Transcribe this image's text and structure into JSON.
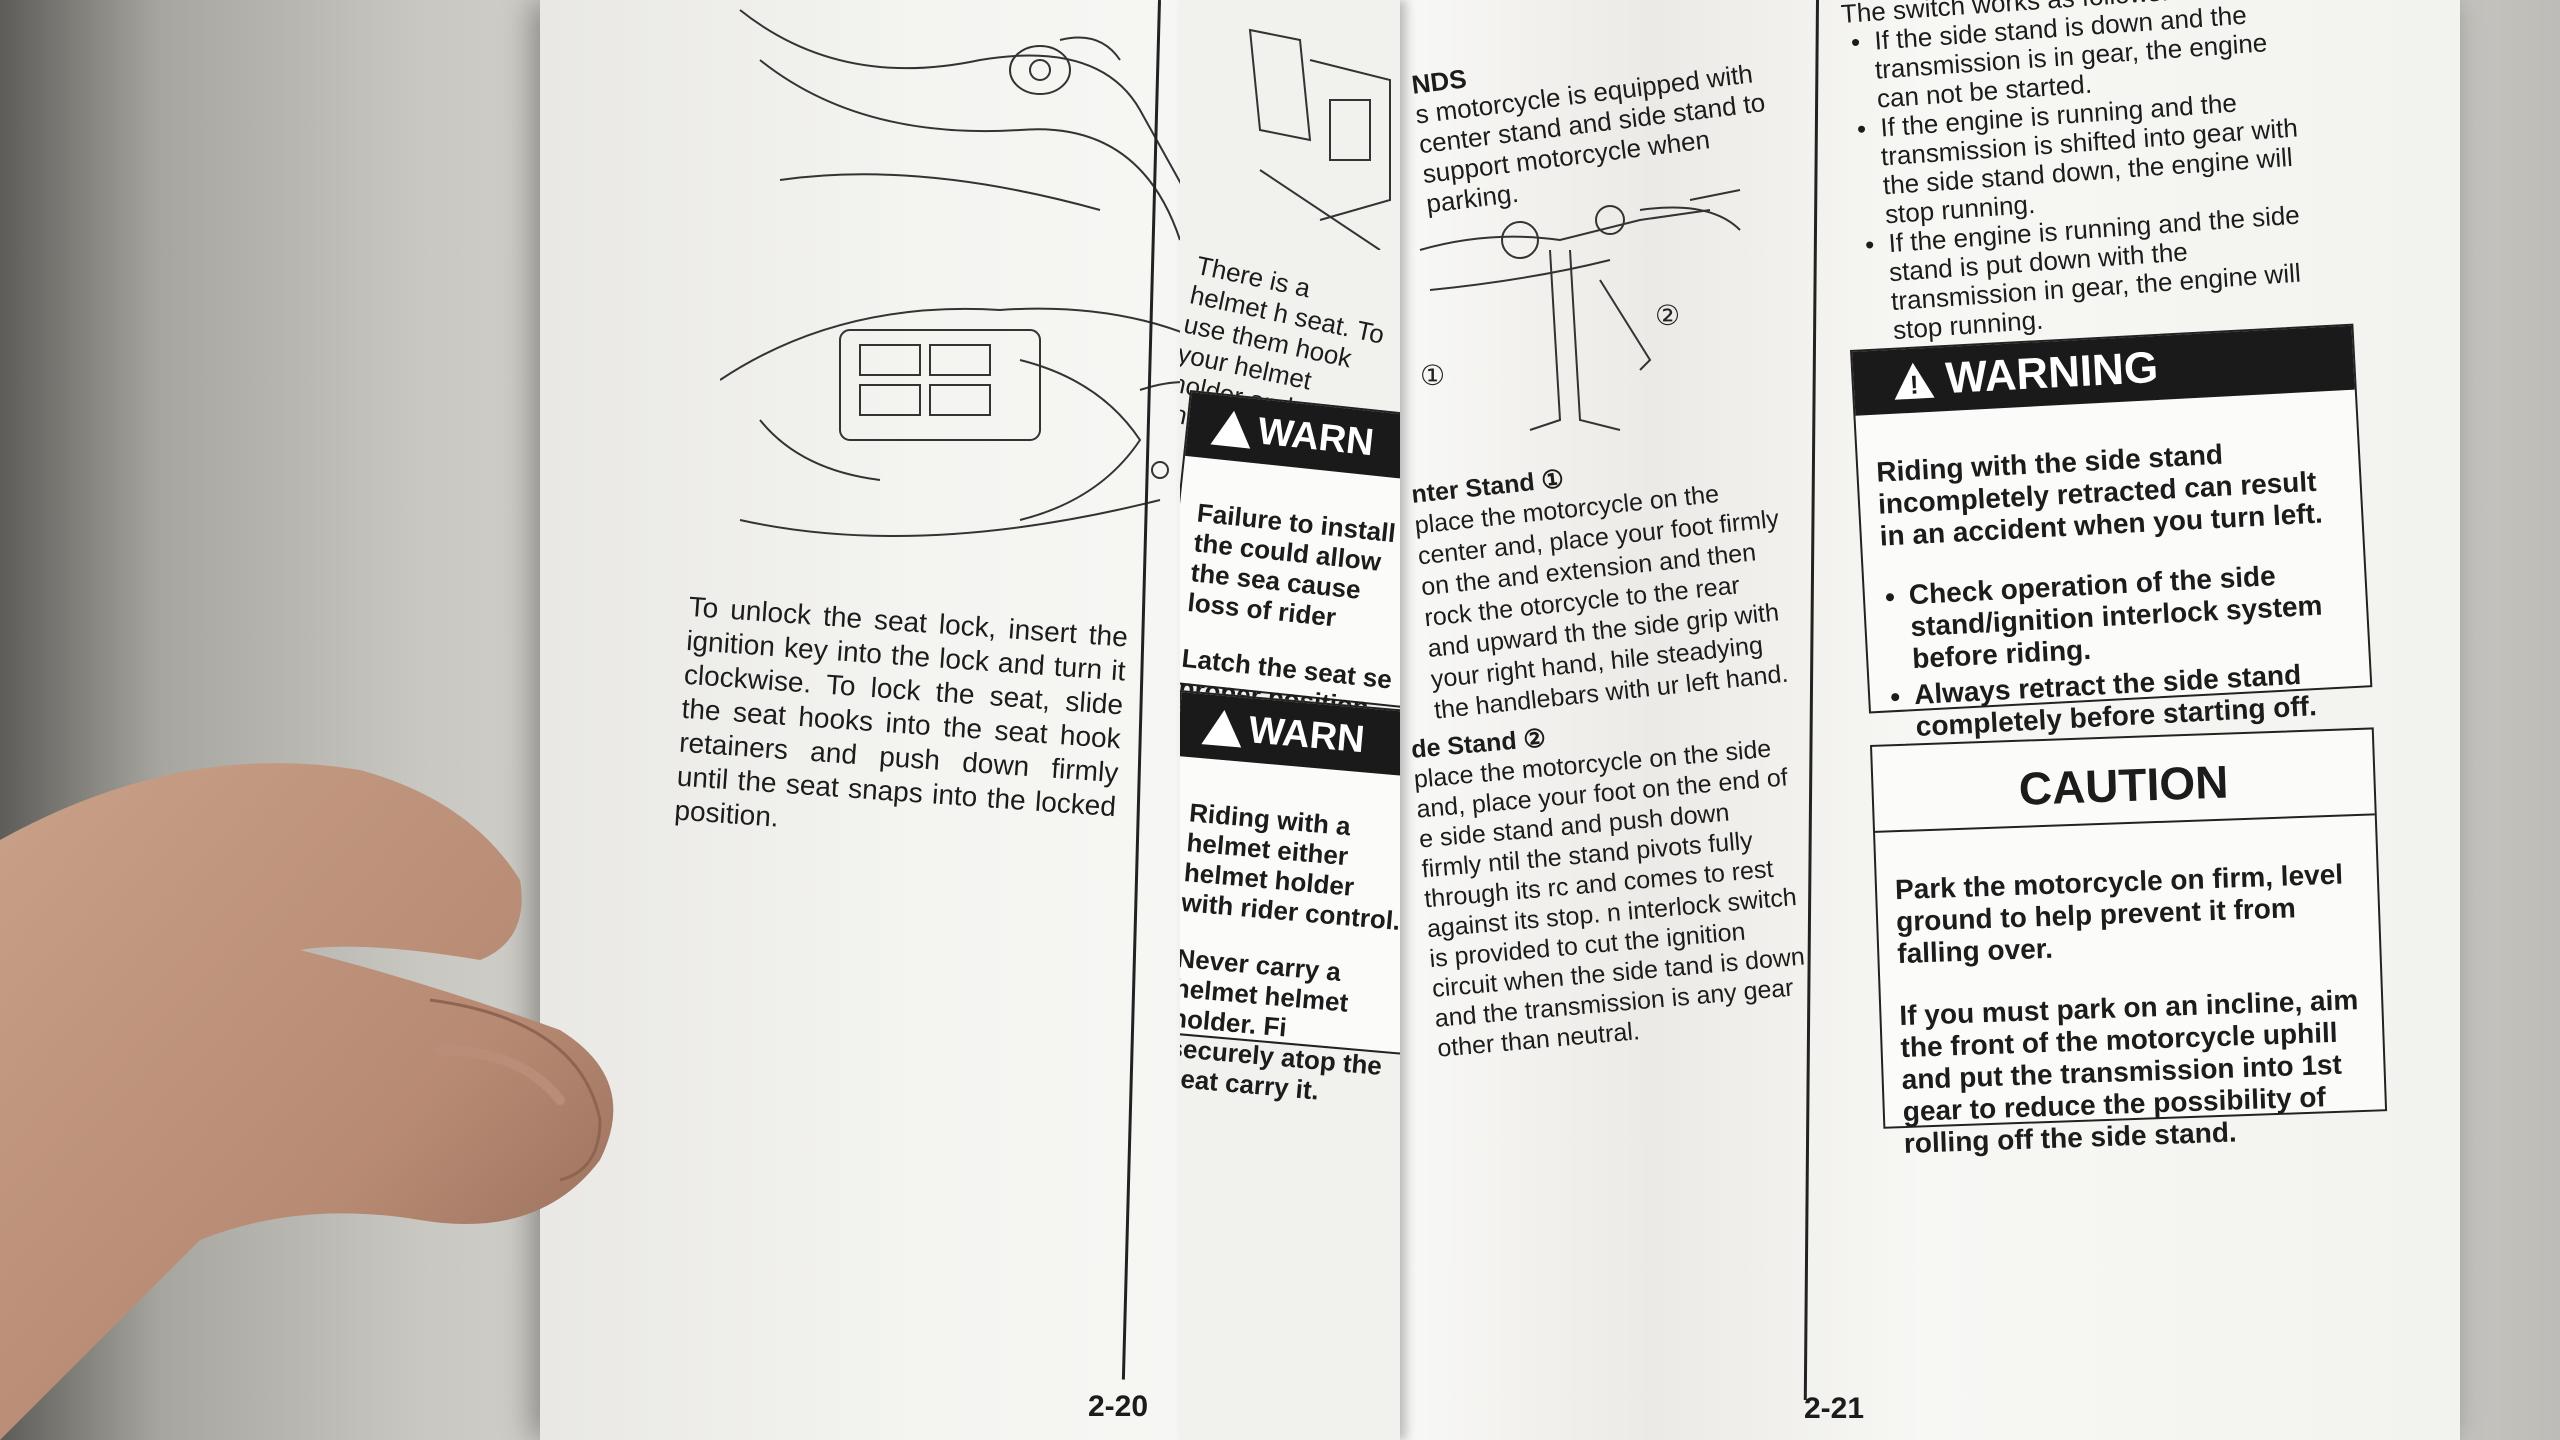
{
  "left_page": {
    "instruction": "To unlock the seat lock, insert the ignition key into the lock and turn it clockwise. To lock the seat, slide the seat hooks into the seat hook retainers and push down firmly until the seat snaps into the locked position.",
    "page_number": "2-20"
  },
  "middle_page": {
    "helmet_text": "There is a helmet h seat. To use them hook your helmet holder and refit the se",
    "warning1": {
      "title": "WARN",
      "text1": "Failure to install the could allow the sea cause loss of rider",
      "text2": "Latch the seat se proper position."
    },
    "warning2": {
      "title": "WARN",
      "text1": "Riding with a helmet either helmet holder with rider control.",
      "text2": "Never carry a helmet helmet holder. Fi securely atop the seat carry it."
    }
  },
  "right_page_col1": {
    "heading": "NDS",
    "intro": "s motorcycle is equipped with center stand and side stand to support motorcycle when parking.",
    "callout_1": "①",
    "callout_2": "②",
    "center_stand_heading": "nter Stand ①",
    "center_stand_text": "place the motorcycle on the center and, place your foot firmly on the and extension and then rock the otorcycle to the rear and upward th the side grip with your right hand, hile steadying the handlebars with ur left hand.",
    "side_stand_heading": "de Stand ②",
    "side_stand_text": "place the motorcycle on the side and, place your foot on the end of e side stand and push down firmly ntil the stand pivots fully through its rc and comes to rest against its stop. n interlock switch is provided to cut the ignition circuit when the side tand is down and the transmission is any gear other than neutral."
  },
  "right_page_col2": {
    "intro": "The switch works as follows:",
    "bullets": [
      "If the side stand is down and the transmission is in gear, the engine can not be started.",
      "If the engine is running and the transmission is shifted into gear with the side stand down, the engine will stop running.",
      "If the engine is running and the side stand is put down with the transmission in gear, the engine will stop running."
    ],
    "warning": {
      "title": "WARNING",
      "text": "Riding with the side stand incompletely retracted can result in an accident when you turn left.",
      "items": [
        "Check operation of the side stand/ignition interlock system before riding.",
        "Always retract the side stand completely before starting off."
      ]
    },
    "caution": {
      "title": "CAUTION",
      "text1": "Park the motorcycle on firm, level ground to help prevent it from falling over.",
      "text2": "If you must park on an incline, aim the front of the motorcycle uphill and put the transmission into 1st gear to reduce the possibility of rolling off the side stand."
    },
    "page_number": "2-21"
  }
}
